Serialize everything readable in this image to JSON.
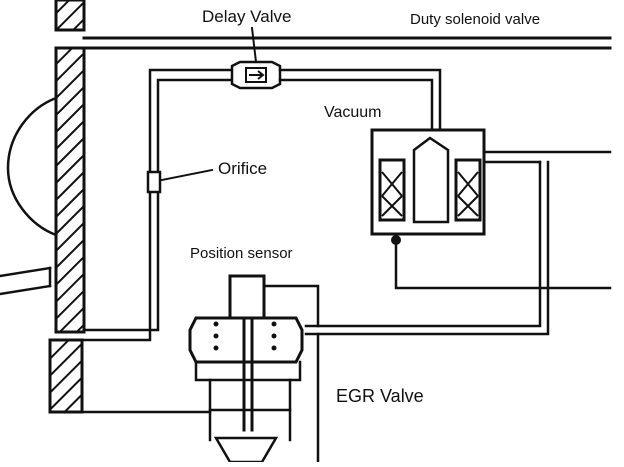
{
  "labels": {
    "delay_valve": "Delay Valve",
    "duty_solenoid_valve": "Duty solenoid valve",
    "vacuum": "Vacuum",
    "orifice": "Orifice",
    "position_sensor": "Position sensor",
    "egr_valve": "EGR Valve"
  },
  "colors": {
    "ink": "#111111",
    "paper": "#ffffff"
  }
}
